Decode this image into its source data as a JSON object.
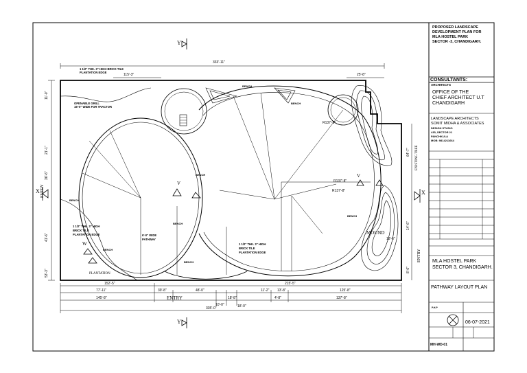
{
  "title_block": {
    "project_title": [
      "PROPOSED LANDSCAPE",
      "DEVELOPMENT PLAN FOR",
      "MLA HOSTEL PARK",
      "SECTOR -3, CHANDIGARH."
    ],
    "consultants_heading": "CONSULTANTS:",
    "architects_label": "ARCHITECTS",
    "architect_office": [
      "OFFICE OF THE",
      "CHIEF ARCHITECT U.T",
      "CHANDIGARH"
    ],
    "landscape_firm": [
      "LANDSCAPE ARCHITECTS",
      "SOMIT MIDHA & ASSOCIATES"
    ],
    "firm_address": [
      "DESIGN STUDIO",
      "#35, SECTOR 21",
      "PANCHKULA",
      "MOB: 9814211664"
    ],
    "drawing_project": [
      "MLA HOSTEL PARK",
      "SECTOR 3, CHANDIGARH."
    ],
    "drawing_title": "PATHWAY LAYOUT PLAN",
    "date": "06-07-2021",
    "drawing_number": "MH-WD-01",
    "job_number": "P.H.P"
  },
  "plan": {
    "overall_width_top": "333'-11\"",
    "overall_width_bottom": "335'-0\"",
    "entry_label": "ENTRY",
    "existing_tree": "EXISTING TREE",
    "mound_label": "MOUND",
    "pathway_label": [
      "6'-0\" WIDE",
      "PATHWAY"
    ],
    "plantation_label": "PLANTATION",
    "edge_note_top": [
      "1 1/2\" THK. 3\" HIGH BRICK TILE",
      "PLANTATION EDGE"
    ],
    "edge_note_left": [
      "1 1/2\" THK. 3\" HIGH",
      "BRICK TILE",
      "PLANTATION EDGE"
    ],
    "edge_note_bottom": [
      "1 1/2\" THK. 3\" HIGH",
      "BRICK TILE",
      "PLANTATION EDGE"
    ],
    "grill_note": [
      "OPENABLE GRILL",
      "15'-0\" WIDE FOR TRACTOR"
    ],
    "bench_label": "BENCH",
    "north_marker": "Y",
    "w_marker": "W",
    "v_marker": "V",
    "x_marker": "X",
    "top_dims": [
      "115'-3\"",
      "25'-8\""
    ],
    "bottom_dims_row1": [
      "152'-5\"",
      "215'-5\""
    ],
    "bottom_dims_row2": [
      "77'-11\"",
      "39'-8\"",
      "48'-0\"",
      "11'-2\"",
      "13'-8\"",
      "125'-8\""
    ],
    "bottom_dims_row3": [
      "145'-8\"",
      "18'-8\"",
      "4'-8\"",
      "137'-8\""
    ],
    "bottom_dims_row4": [
      "10'-0\"",
      "18'-0\""
    ],
    "radius_labels": [
      "R137'-8\"",
      "R137'-8\"",
      "R137'-8\""
    ],
    "left_dims": [
      "11'-0\"",
      "21'-1\"",
      "36'-6\"",
      "41'-6\"",
      "53'-3\""
    ],
    "right_dims": [
      "14'-6\"",
      "8'-6\"",
      "64'-7\""
    ],
    "mound_dim": "18'-6\""
  }
}
